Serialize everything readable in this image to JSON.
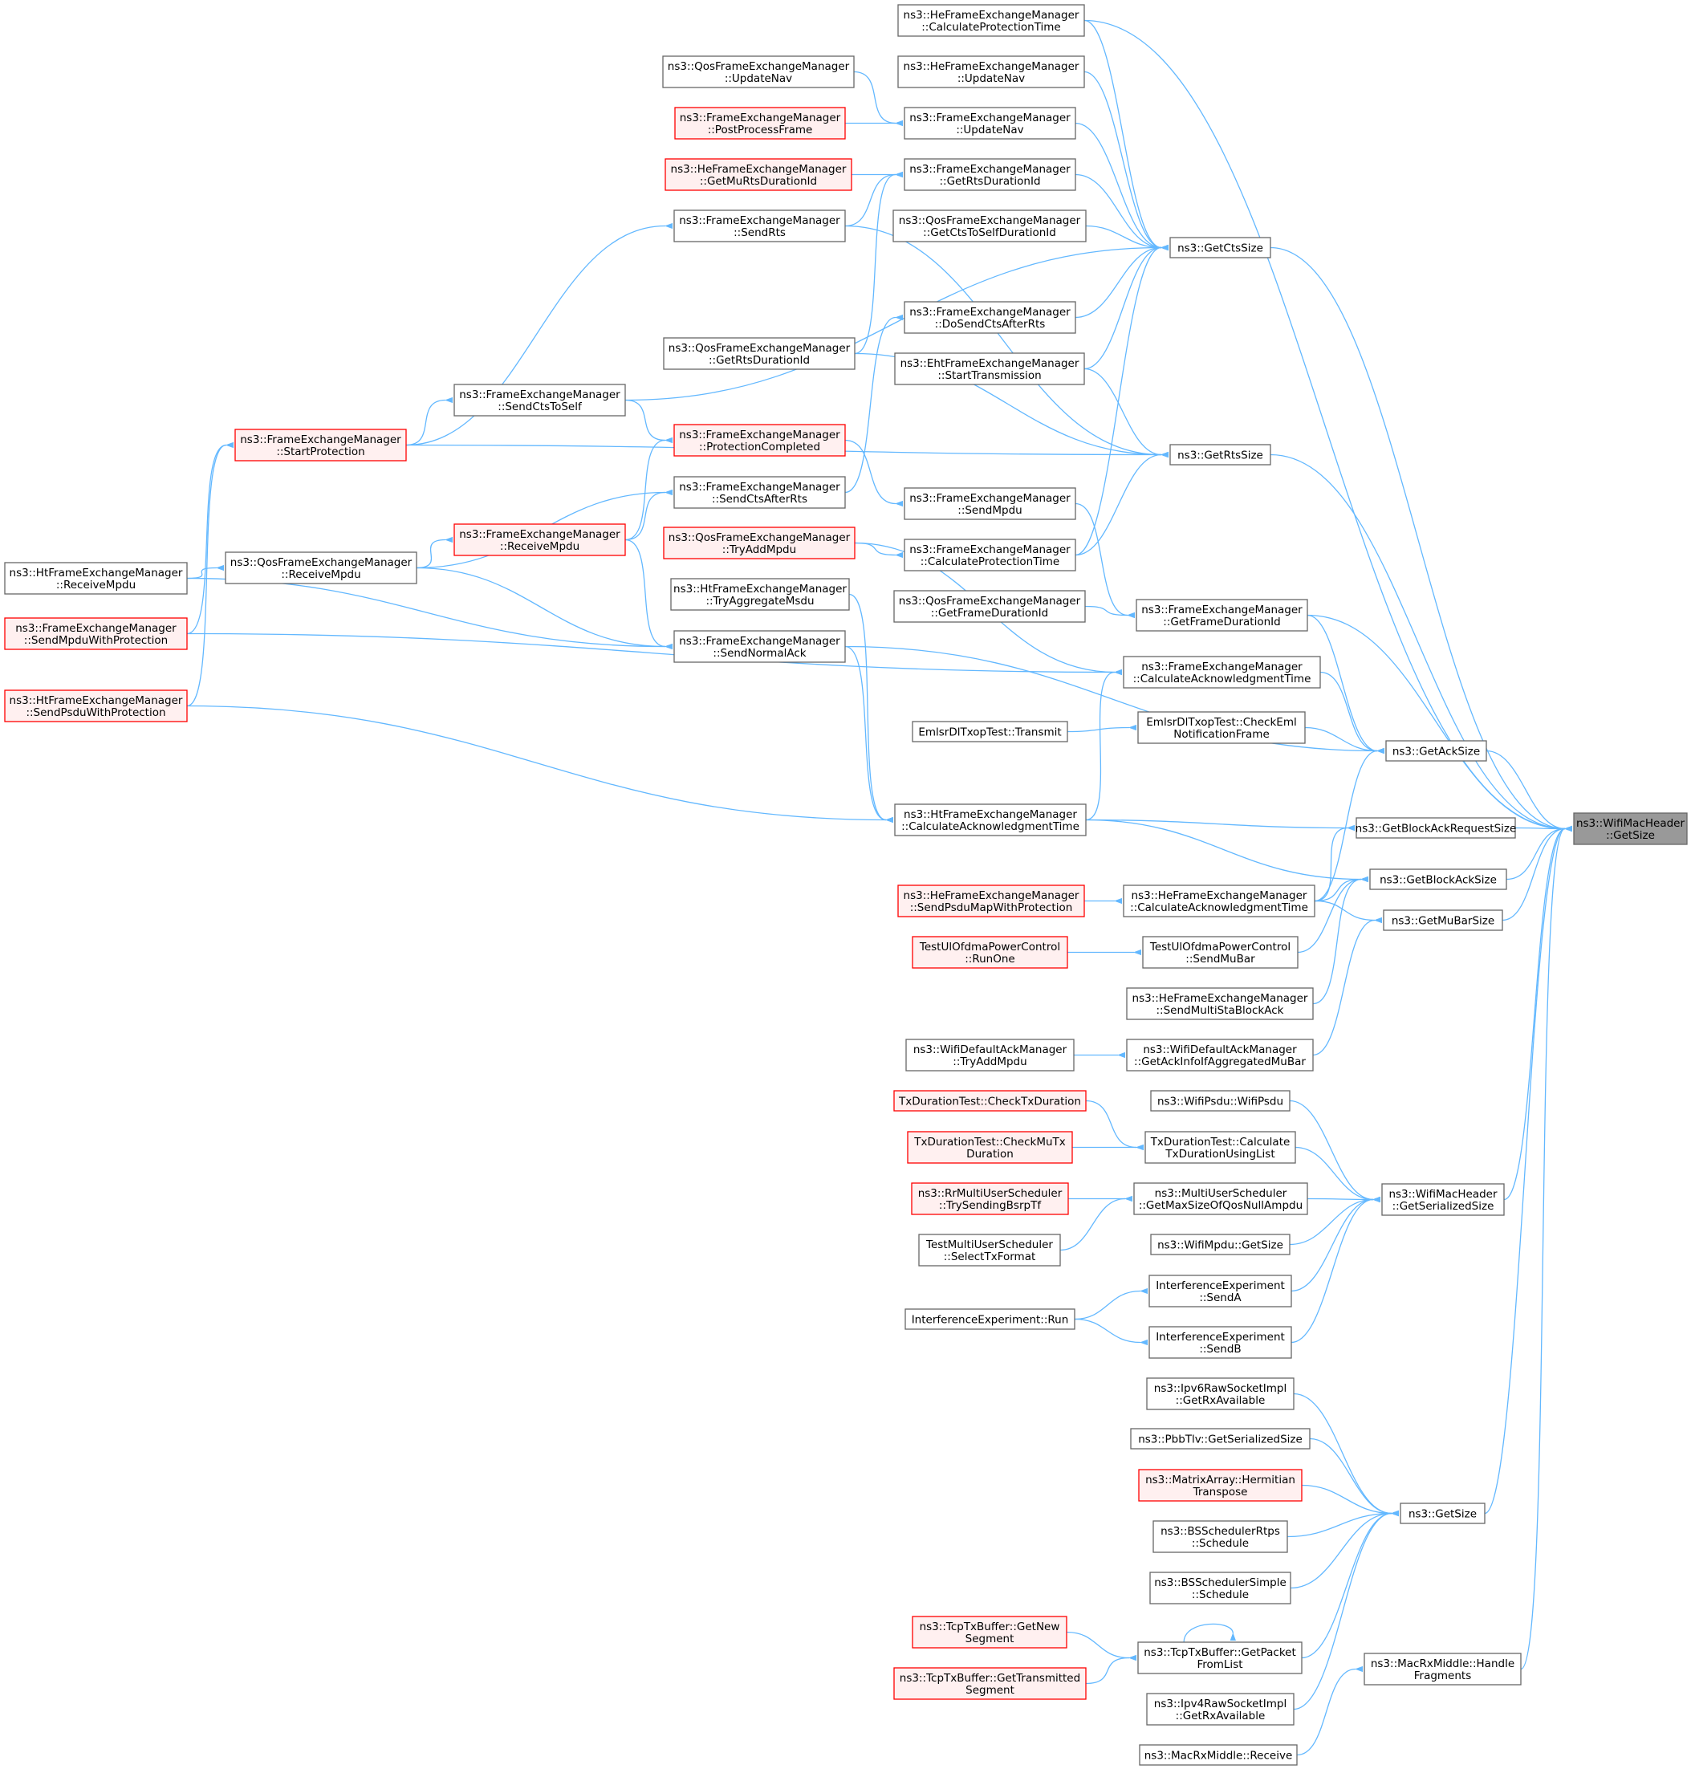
{
  "colors": {
    "edge": "#63b8ff",
    "node_border": "#666666",
    "node_fill": "#ffffff",
    "red_border": "#ff0000",
    "red_fill": "#fff0f0",
    "focus_fill": "#999999",
    "focus_border": "#666666"
  },
  "nodes": [
    {
      "id": "target",
      "style": "focus",
      "lines": [
        "ns3::WifiMacHeader",
        "::GetSize"
      ]
    },
    {
      "id": "getctssize",
      "style": "normal",
      "lines": [
        "ns3::GetCtsSize"
      ]
    },
    {
      "id": "getrtssize",
      "style": "normal",
      "lines": [
        "ns3::GetRtsSize"
      ]
    },
    {
      "id": "getacksize",
      "style": "normal",
      "lines": [
        "ns3::GetAckSize"
      ]
    },
    {
      "id": "getbarsize",
      "style": "normal",
      "lines": [
        "ns3::GetBlockAckRequestSize"
      ]
    },
    {
      "id": "getbasize",
      "style": "normal",
      "lines": [
        "ns3::GetBlockAckSize"
      ]
    },
    {
      "id": "getmubarsize",
      "style": "normal",
      "lines": [
        "ns3::GetMuBarSize"
      ]
    },
    {
      "id": "getserialized",
      "style": "normal",
      "lines": [
        "ns3::WifiMacHeader",
        "::GetSerializedSize"
      ]
    },
    {
      "id": "getsize",
      "style": "normal",
      "lines": [
        "ns3::GetSize"
      ]
    },
    {
      "id": "handlefrag",
      "style": "normal",
      "lines": [
        "ns3::MacRxMiddle::Handle",
        "Fragments"
      ]
    },
    {
      "id": "rxreceive",
      "style": "normal",
      "lines": [
        "ns3::MacRxMiddle::Receive"
      ]
    },
    {
      "id": "he_calcprot",
      "style": "normal",
      "lines": [
        "ns3::HeFrameExchangeManager",
        "::CalculateProtectionTime"
      ]
    },
    {
      "id": "he_updatenav",
      "style": "normal",
      "lines": [
        "ns3::HeFrameExchangeManager",
        "::UpdateNav"
      ]
    },
    {
      "id": "qos_updatenav",
      "style": "normal",
      "lines": [
        "ns3::QosFrameExchangeManager",
        "::UpdateNav"
      ]
    },
    {
      "id": "fem_postprocess",
      "style": "red",
      "lines": [
        "ns3::FrameExchangeManager",
        "::PostProcessFrame"
      ]
    },
    {
      "id": "fem_updatenav",
      "style": "normal",
      "lines": [
        "ns3::FrameExchangeManager",
        "::UpdateNav"
      ]
    },
    {
      "id": "he_getmurts",
      "style": "red",
      "lines": [
        "ns3::HeFrameExchangeManager",
        "::GetMuRtsDurationId"
      ]
    },
    {
      "id": "fem_getrtsdur",
      "style": "normal",
      "lines": [
        "ns3::FrameExchangeManager",
        "::GetRtsDurationId"
      ]
    },
    {
      "id": "fem_sendrts",
      "style": "normal",
      "lines": [
        "ns3::FrameExchangeManager",
        "::SendRts"
      ]
    },
    {
      "id": "qos_getcts2self",
      "style": "normal",
      "lines": [
        "ns3::QosFrameExchangeManager",
        "::GetCtsToSelfDurationId"
      ]
    },
    {
      "id": "fem_dosendcts",
      "style": "normal",
      "lines": [
        "ns3::FrameExchangeManager",
        "::DoSendCtsAfterRts"
      ]
    },
    {
      "id": "qos_getrtsdur",
      "style": "normal",
      "lines": [
        "ns3::QosFrameExchangeManager",
        "::GetRtsDurationId"
      ]
    },
    {
      "id": "eht_starttx",
      "style": "normal",
      "lines": [
        "ns3::EhtFrameExchangeManager",
        "::StartTransmission"
      ]
    },
    {
      "id": "fem_sendcts2self",
      "style": "normal",
      "lines": [
        "ns3::FrameExchangeManager",
        "::SendCtsToSelf"
      ]
    },
    {
      "id": "fem_startprot",
      "style": "red",
      "lines": [
        "ns3::FrameExchangeManager",
        "::StartProtection"
      ]
    },
    {
      "id": "fem_protcompleted",
      "style": "red",
      "lines": [
        "ns3::FrameExchangeManager",
        "::ProtectionCompleted"
      ]
    },
    {
      "id": "fem_sendctsafter",
      "style": "normal",
      "lines": [
        "ns3::FrameExchangeManager",
        "::SendCtsAfterRts"
      ]
    },
    {
      "id": "fem_sendmpdu",
      "style": "normal",
      "lines": [
        "ns3::FrameExchangeManager",
        "::SendMpdu"
      ]
    },
    {
      "id": "ht_receivempdu",
      "style": "normal",
      "lines": [
        "ns3::HtFrameExchangeManager",
        "::ReceiveMpdu"
      ]
    },
    {
      "id": "qos_receivempdu",
      "style": "normal",
      "lines": [
        "ns3::QosFrameExchangeManager",
        "::ReceiveMpdu"
      ]
    },
    {
      "id": "fem_receivempdu",
      "style": "red",
      "lines": [
        "ns3::FrameExchangeManager",
        "::ReceiveMpdu"
      ]
    },
    {
      "id": "qos_tryaddmpdu",
      "style": "red",
      "lines": [
        "ns3::QosFrameExchangeManager",
        "::TryAddMpdu"
      ]
    },
    {
      "id": "fem_calcprot",
      "style": "normal",
      "lines": [
        "ns3::FrameExchangeManager",
        "::CalculateProtectionTime"
      ]
    },
    {
      "id": "ht_tryaggmsdu",
      "style": "normal",
      "lines": [
        "ns3::HtFrameExchangeManager",
        "::TryAggregateMsdu"
      ]
    },
    {
      "id": "qos_getframedur",
      "style": "normal",
      "lines": [
        "ns3::QosFrameExchangeManager",
        "::GetFrameDurationId"
      ]
    },
    {
      "id": "fem_getframedur",
      "style": "normal",
      "lines": [
        "ns3::FrameExchangeManager",
        "::GetFrameDurationId"
      ]
    },
    {
      "id": "fem_sendmpduwp",
      "style": "red",
      "lines": [
        "ns3::FrameExchangeManager",
        "::SendMpduWithProtection"
      ]
    },
    {
      "id": "fem_sendnormalack",
      "style": "normal",
      "lines": [
        "ns3::FrameExchangeManager",
        "::SendNormalAck"
      ]
    },
    {
      "id": "fem_calcack",
      "style": "normal",
      "lines": [
        "ns3::FrameExchangeManager",
        "::CalculateAcknowledgmentTime"
      ]
    },
    {
      "id": "ht_sendpsduwp",
      "style": "red",
      "lines": [
        "ns3::HtFrameExchangeManager",
        "::SendPsduWithProtection"
      ]
    },
    {
      "id": "emlsr_transmit",
      "style": "normal",
      "lines": [
        "EmlsrDlTxopTest::Transmit"
      ]
    },
    {
      "id": "emlsr_checkeml",
      "style": "normal",
      "lines": [
        "EmlsrDlTxopTest::CheckEml",
        "NotificationFrame"
      ]
    },
    {
      "id": "ht_calcack",
      "style": "normal",
      "lines": [
        "ns3::HtFrameExchangeManager",
        "::CalculateAcknowledgmentTime"
      ]
    },
    {
      "id": "he_sendpsdumap",
      "style": "red",
      "lines": [
        "ns3::HeFrameExchangeManager",
        "::SendPsduMapWithProtection"
      ]
    },
    {
      "id": "he_calcack",
      "style": "normal",
      "lines": [
        "ns3::HeFrameExchangeManager",
        "::CalculateAcknowledgmentTime"
      ]
    },
    {
      "id": "testul_runone",
      "style": "red",
      "lines": [
        "TestUlOfdmaPowerControl",
        "::RunOne"
      ]
    },
    {
      "id": "testul_sendmubar",
      "style": "normal",
      "lines": [
        "TestUlOfdmaPowerControl",
        "::SendMuBar"
      ]
    },
    {
      "id": "he_sendmultista",
      "style": "normal",
      "lines": [
        "ns3::HeFrameExchangeManager",
        "::SendMultiStaBlockAck"
      ]
    },
    {
      "id": "wdam_tryaddmpdu",
      "style": "normal",
      "lines": [
        "ns3::WifiDefaultAckManager",
        "::TryAddMpdu"
      ]
    },
    {
      "id": "wdam_getackinfo",
      "style": "normal",
      "lines": [
        "ns3::WifiDefaultAckManager",
        "::GetAckInfoIfAggregatedMuBar"
      ]
    },
    {
      "id": "txd_check",
      "style": "red",
      "lines": [
        "TxDurationTest::CheckTxDuration"
      ]
    },
    {
      "id": "wifipsdu",
      "style": "normal",
      "lines": [
        "ns3::WifiPsdu::WifiPsdu"
      ]
    },
    {
      "id": "txd_checkmu",
      "style": "red",
      "lines": [
        "TxDurationTest::CheckMuTx",
        "Duration"
      ]
    },
    {
      "id": "txd_calc",
      "style": "normal",
      "lines": [
        "TxDurationTest::Calculate",
        "TxDurationUsingList"
      ]
    },
    {
      "id": "rr_trybsrp",
      "style": "red",
      "lines": [
        "ns3::RrMultiUserScheduler",
        "::TrySendingBsrpTf"
      ]
    },
    {
      "id": "mus_getmaxsize",
      "style": "normal",
      "lines": [
        "ns3::MultiUserScheduler",
        "::GetMaxSizeOfQosNullAmpdu"
      ]
    },
    {
      "id": "tmus_select",
      "style": "normal",
      "lines": [
        "TestMultiUserScheduler",
        "::SelectTxFormat"
      ]
    },
    {
      "id": "wifimpdu_getsize",
      "style": "normal",
      "lines": [
        "ns3::WifiMpdu::GetSize"
      ]
    },
    {
      "id": "ie_senda",
      "style": "normal",
      "lines": [
        "InterferenceExperiment",
        "::SendA"
      ]
    },
    {
      "id": "ie_run",
      "style": "normal",
      "lines": [
        "InterferenceExperiment::Run"
      ]
    },
    {
      "id": "ie_sendb",
      "style": "normal",
      "lines": [
        "InterferenceExperiment",
        "::SendB"
      ]
    },
    {
      "id": "ipv6_getrx",
      "style": "normal",
      "lines": [
        "ns3::Ipv6RawSocketImpl",
        "::GetRxAvailable"
      ]
    },
    {
      "id": "pbbtlv",
      "style": "normal",
      "lines": [
        "ns3::PbbTlv::GetSerializedSize"
      ]
    },
    {
      "id": "matrix_herm",
      "style": "red",
      "lines": [
        "ns3::MatrixArray::Hermitian",
        "Transpose"
      ]
    },
    {
      "id": "bs_rtps",
      "style": "normal",
      "lines": [
        "ns3::BSSchedulerRtps",
        "::Schedule"
      ]
    },
    {
      "id": "bs_simple",
      "style": "normal",
      "lines": [
        "ns3::BSSchedulerSimple",
        "::Schedule"
      ]
    },
    {
      "id": "tcp_getnew",
      "style": "red",
      "lines": [
        "ns3::TcpTxBuffer::GetNew",
        "Segment"
      ]
    },
    {
      "id": "tcp_getpacket",
      "style": "normal",
      "lines": [
        "ns3::TcpTxBuffer::GetPacket",
        "FromList"
      ]
    },
    {
      "id": "tcp_gettransmitted",
      "style": "red",
      "lines": [
        "ns3::TcpTxBuffer::GetTransmitted",
        "Segment"
      ]
    },
    {
      "id": "ipv4_getrx",
      "style": "normal",
      "lines": [
        "ns3::Ipv4RawSocketImpl",
        "::GetRxAvailable"
      ]
    }
  ]
}
